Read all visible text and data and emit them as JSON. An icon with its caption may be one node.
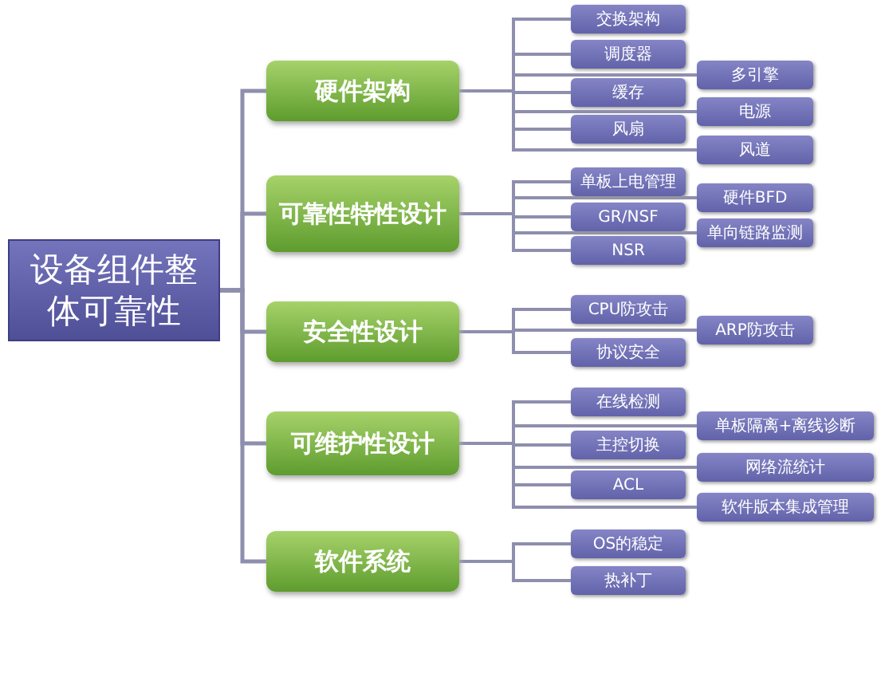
{
  "diagram": {
    "nodes": [
      {
        "text": [
          "设备组件整体可靠性"
        ]
      },
      {
        "text": [
          "硬件架构"
        ]
      },
      {
        "text": [
          "可靠性特性设计"
        ]
      },
      {
        "text": [
          "安全性设计"
        ]
      },
      {
        "text": [
          "可维护性设计"
        ]
      },
      {
        "text": [
          "软件系统"
        ]
      },
      {
        "text": [
          "交换架构"
        ]
      },
      {
        "text": [
          "调度器"
        ]
      },
      {
        "text": [
          "多引擎"
        ]
      },
      {
        "text": [
          "缓存"
        ]
      },
      {
        "text": [
          "电源"
        ]
      },
      {
        "text": [
          "风扇"
        ]
      },
      {
        "text": [
          "风道"
        ]
      },
      {
        "text": [
          "单板上电管理"
        ]
      },
      {
        "text": [
          "硬件BFD"
        ]
      },
      {
        "text": [
          "GR/NSF"
        ]
      },
      {
        "text": [
          "单向链路监测"
        ]
      },
      {
        "text": [
          "NSR"
        ]
      },
      {
        "text": [
          "CPU防攻击"
        ]
      },
      {
        "text": [
          "ARP防攻击"
        ]
      },
      {
        "text": [
          "协议安全"
        ]
      },
      {
        "text": [
          "在线检测"
        ]
      },
      {
        "text": [
          "单板隔离+离线诊断"
        ]
      },
      {
        "text": [
          "主控切换"
        ]
      },
      {
        "text": [
          "网络流统计"
        ]
      },
      {
        "text": [
          "ACL"
        ]
      },
      {
        "text": [
          "软件版本集成管理"
        ]
      },
      {
        "text": [
          "OS的稳定"
        ]
      },
      {
        "text": [
          "热补丁"
        ]
      }
    ],
    "edges": [
      {
        "from": 0,
        "to": 1,
        "arrow": "none"
      },
      {
        "from": 0,
        "to": 2,
        "arrow": "none"
      },
      {
        "from": 0,
        "to": 3,
        "arrow": "none"
      },
      {
        "from": 0,
        "to": 4,
        "arrow": "none"
      },
      {
        "from": 0,
        "to": 5,
        "arrow": "none"
      },
      {
        "from": 1,
        "to": 6,
        "arrow": "none"
      },
      {
        "from": 1,
        "to": 7,
        "arrow": "none"
      },
      {
        "from": 1,
        "to": 8,
        "arrow": "none"
      },
      {
        "from": 1,
        "to": 9,
        "arrow": "none"
      },
      {
        "from": 1,
        "to": 10,
        "arrow": "none"
      },
      {
        "from": 1,
        "to": 11,
        "arrow": "none"
      },
      {
        "from": 1,
        "to": 12,
        "arrow": "none"
      },
      {
        "from": 2,
        "to": 13,
        "arrow": "none"
      },
      {
        "from": 2,
        "to": 14,
        "arrow": "none"
      },
      {
        "from": 2,
        "to": 15,
        "arrow": "none"
      },
      {
        "from": 2,
        "to": 16,
        "arrow": "none"
      },
      {
        "from": 2,
        "to": 17,
        "arrow": "none"
      },
      {
        "from": 3,
        "to": 18,
        "arrow": "none"
      },
      {
        "from": 3,
        "to": 19,
        "arrow": "none"
      },
      {
        "from": 3,
        "to": 20,
        "arrow": "none"
      },
      {
        "from": 4,
        "to": 21,
        "arrow": "none"
      },
      {
        "from": 4,
        "to": 22,
        "arrow": "none"
      },
      {
        "from": 4,
        "to": 23,
        "arrow": "none"
      },
      {
        "from": 4,
        "to": 24,
        "arrow": "none"
      },
      {
        "from": 4,
        "to": 25,
        "arrow": "none"
      },
      {
        "from": 4,
        "to": 26,
        "arrow": "none"
      },
      {
        "from": 5,
        "to": 27,
        "arrow": "none"
      },
      {
        "from": 5,
        "to": 28,
        "arrow": "none"
      }
    ]
  }
}
